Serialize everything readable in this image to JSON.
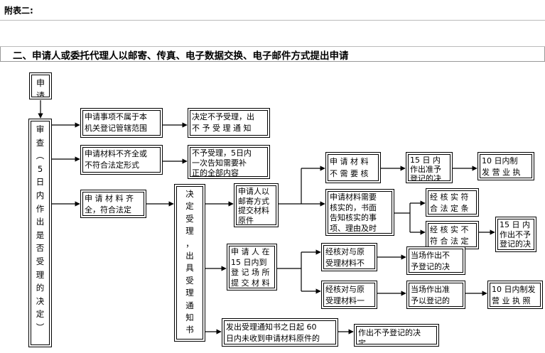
{
  "header": {
    "appendix": "附表二:",
    "title": "二、申请人或委托代理人以邮寄、传真、电子数据交换、电子邮件方式提出申请"
  },
  "flow": {
    "apply": "申\n请",
    "review": "审\n查\n︵\n5\n日\n内\n作\n出\n是\n否\n受\n理\n的\n决\n定\n︶",
    "not_in_scope": "申请事项不属于本\n机关登记管辖范围",
    "not_accept": "决定不予受理，出\n不 予 受 理 通 知",
    "materials_incomplete": "申请材料不齐全或\n不符合法定形式",
    "notify_supplement": "不予受理，5日内\n一次告知需要补\n正的全部内容",
    "materials_complete": "申 请 材 料 齐\n全，符合法定",
    "accept_decision": "决\n定\n受\n理\n，\n出\n具\n受\n理\n通\n知\n书",
    "mail_submit": "申请人以\n邮寄方式\n提交材料\n原件",
    "no_verify": "申 请 材 料\n不 需 要 核",
    "decide_15_a": "15 日 内\n作出准予\n登记的决",
    "license_10_a": "10 日内制\n发 营 业 执",
    "need_verify": "申请材料需要\n核实的，书面\n告知核实的事\n项、理由及时",
    "verified_ok": "经 核 实 符\n合 法 定 条",
    "verified_not_ok": "经 核 实 不\n符 合 法 定",
    "decide_15_deny": "15 日 内\n作出不予\n登记的决",
    "in_person_15": "申 请 人 在\n15 日内到\n登 记 场 所\n提 交 材 料",
    "compare_mismatch": "经核对与原\n受理材料不",
    "onsite_deny": "当场作出不\n予登记的决",
    "compare_match": "经核对与原\n受理材料一",
    "onsite_approve": "当场作出准\n予以登记的",
    "license_10_b": "10 日内制发\n营 业 执 照",
    "no_originals_60": "发出受理通知书之日起  60\n日内未收到申请材料原件的",
    "deny_registration": "作出不予登记的决\n定"
  }
}
